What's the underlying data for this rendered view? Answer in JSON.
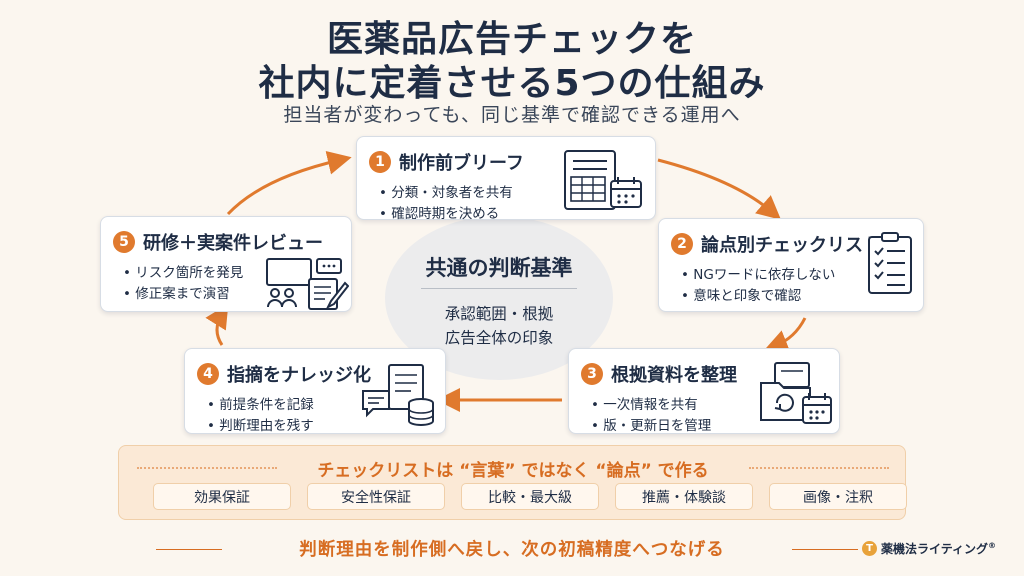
{
  "title": {
    "line1": "医薬品広告チェックを",
    "line2": "社内に定着させる5つの仕組み"
  },
  "subtitle": "担当者が変わっても、同じ基準で確認できる運用へ",
  "center": {
    "title": "共通の判断基準",
    "line1": "承認範囲・根拠",
    "line2": "広告全体の印象"
  },
  "steps": [
    {
      "num": "1",
      "title": "制作前ブリーフ",
      "bullets": [
        "分類・対象者を共有",
        "確認時期を決める"
      ],
      "icon": "document-calendar-icon"
    },
    {
      "num": "2",
      "title": "論点別チェックリスト",
      "bullets": [
        "NGワードに依存しない",
        "意味と印象で確認"
      ],
      "icon": "checklist-icon"
    },
    {
      "num": "3",
      "title": "根拠資料を整理",
      "bullets": [
        "一次情報を共有",
        "版・更新日を管理"
      ],
      "icon": "folder-update-calendar-icon"
    },
    {
      "num": "4",
      "title": "指摘をナレッジ化",
      "bullets": [
        "前提条件を記録",
        "判断理由を残す"
      ],
      "icon": "document-chat-database-icon"
    },
    {
      "num": "5",
      "title": "研修＋実案件レビュー",
      "bullets": [
        "リスク箇所を発見",
        "修正案まで演習"
      ],
      "icon": "training-review-icon"
    }
  ],
  "panel": {
    "title": "チェックリストは “言葉” ではなく “論点” で作る",
    "chips": [
      "効果保証",
      "安全性保証",
      "比較・最大級",
      "推薦・体験談",
      "画像・注釈"
    ]
  },
  "footer": "判断理由を制作側へ戻し、次の初稿精度へつなげる",
  "logo": {
    "mark": "T",
    "text": "薬機法ライティング",
    "reg": "®"
  },
  "colors": {
    "accent": "#e07a2e",
    "navy": "#1f2d45",
    "panel": "#fbe9d6"
  }
}
